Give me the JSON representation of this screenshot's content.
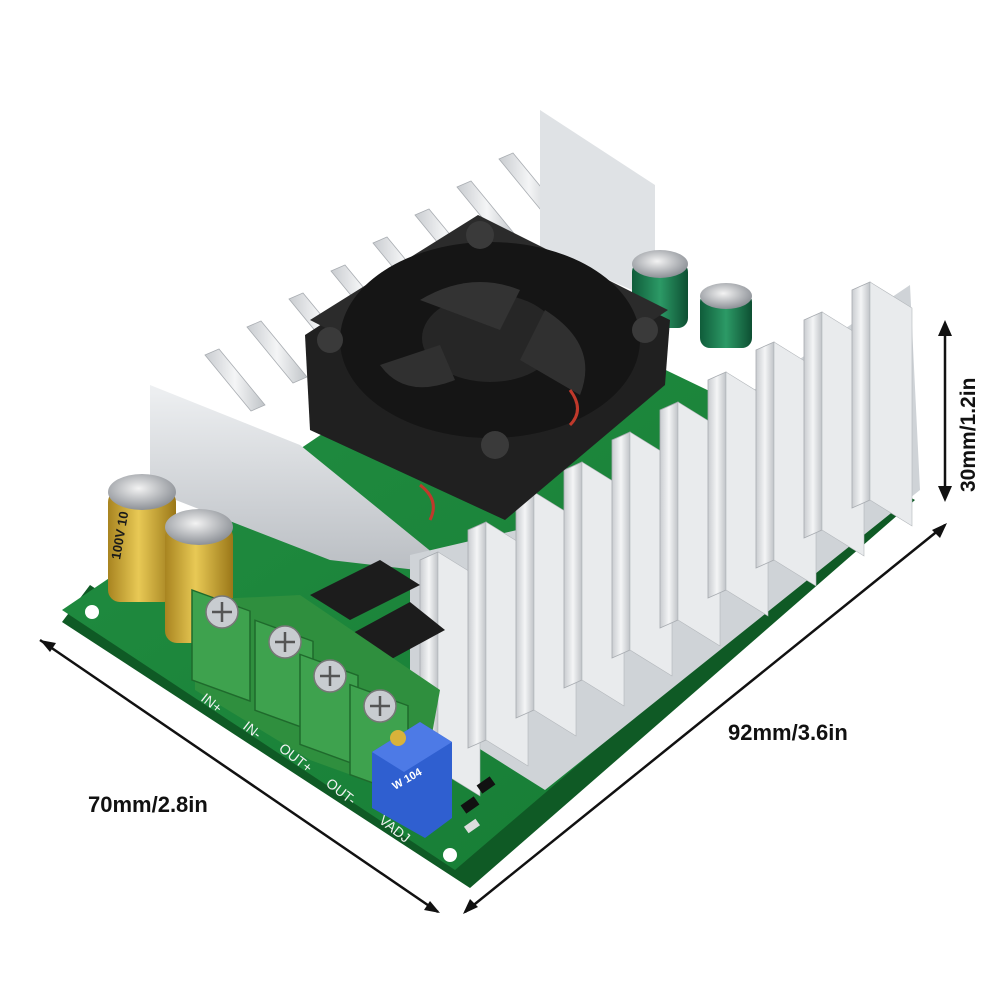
{
  "dimensions": {
    "width": "92mm/3.6in",
    "depth": "70mm/2.8in",
    "height": "30mm/1.2in"
  },
  "terminals": [
    "IN+",
    "IN-",
    "OUT+",
    "OUT-"
  ],
  "adjust_label": "VADJ",
  "potentiometer_code": "W 104",
  "capacitor_marking": "100V 10",
  "colors": {
    "pcb": "#1e8a3e",
    "terminal_block": "#3a9e4a",
    "heatsink": "#e4e6e8",
    "fan": "#1a1a1a",
    "potentiometer": "#2f5fd0",
    "capacitor_sleeve": "#d8b43a"
  }
}
